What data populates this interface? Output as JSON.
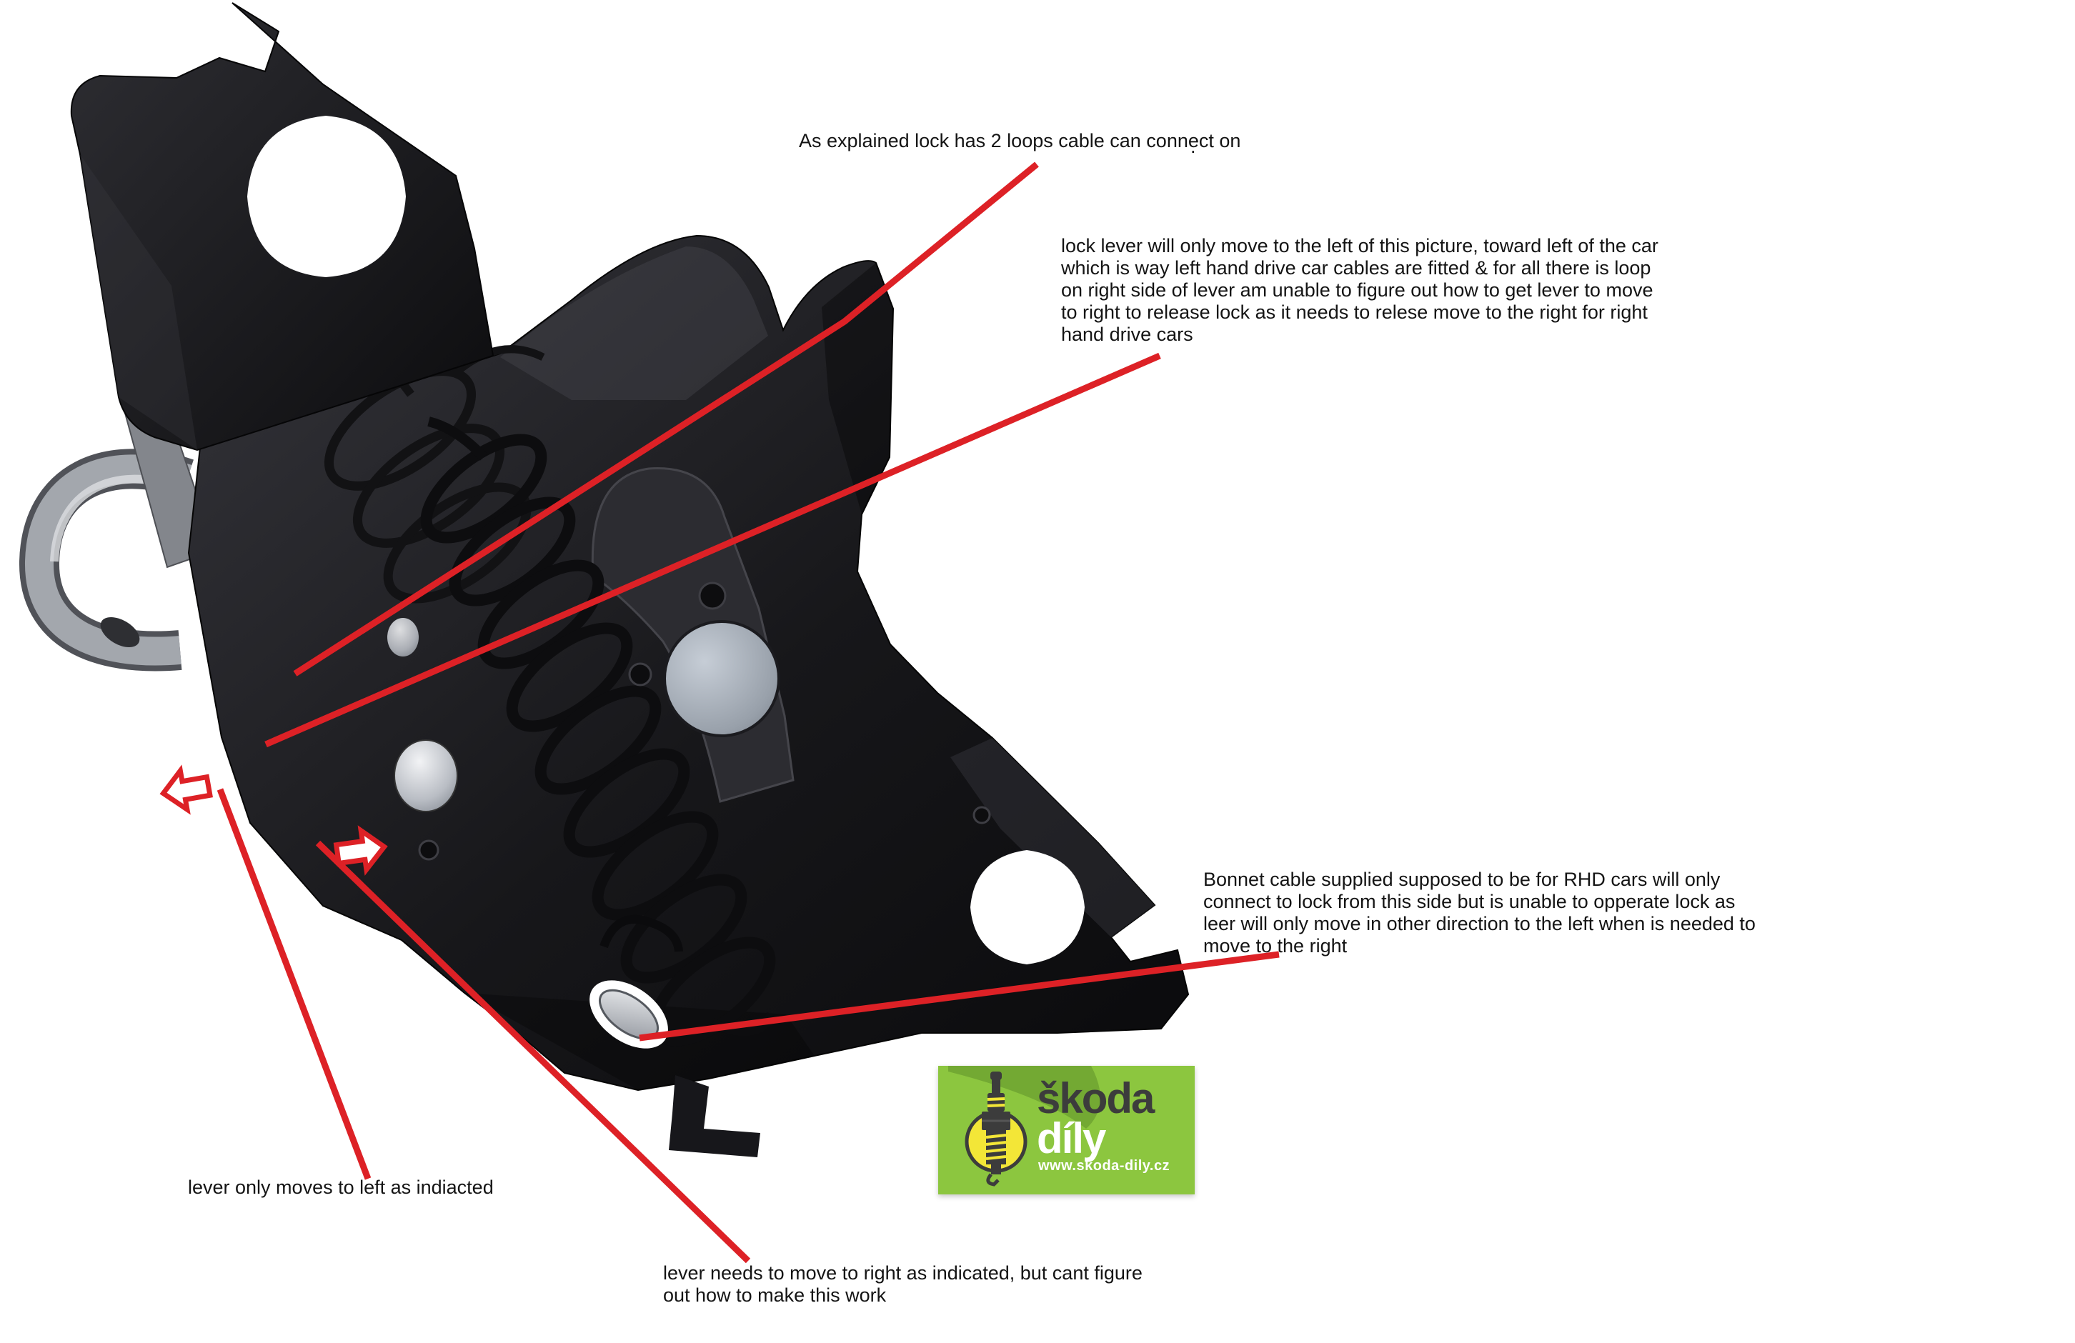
{
  "colors": {
    "annotation_red": "#dd2126",
    "logo_green": "#8cc63f",
    "logo_green_dark": "#73a933",
    "logo_yellow": "#f3e637",
    "logo_dark": "#3c3c3c",
    "logo_white": "#ffffff"
  },
  "annotations": {
    "top_note": {
      "text": "As explained lock has 2 loops cable can connect on"
    },
    "stray_mark": ".",
    "right_note": {
      "lines": [
        "lock lever will only move to the left of this picture, toward left of the car",
        "which is way left hand drive car cables are fitted & for all there is loop",
        "on right side of lever am unable to figure out how to get lever to move",
        "to right to release lock as it needs to relese move to the right for right",
        "hand drive cars"
      ]
    },
    "bonnet_note": {
      "lines": [
        "Bonnet cable supplied supposed to be for RHD cars will only",
        "connect to lock from this side but is unable to opperate lock as",
        "leer will only move in other direction to the left when is needed to",
        "move to the right"
      ]
    },
    "left_note": {
      "text": "lever only moves to left as indiacted"
    },
    "bottom_note": {
      "lines": [
        "lever needs to move to right as indicated, but cant figure",
        "out how to make this work"
      ]
    }
  },
  "logo": {
    "brand_line1": "škoda",
    "brand_line2": "díly",
    "website": "www.skoda-dily.cz"
  }
}
